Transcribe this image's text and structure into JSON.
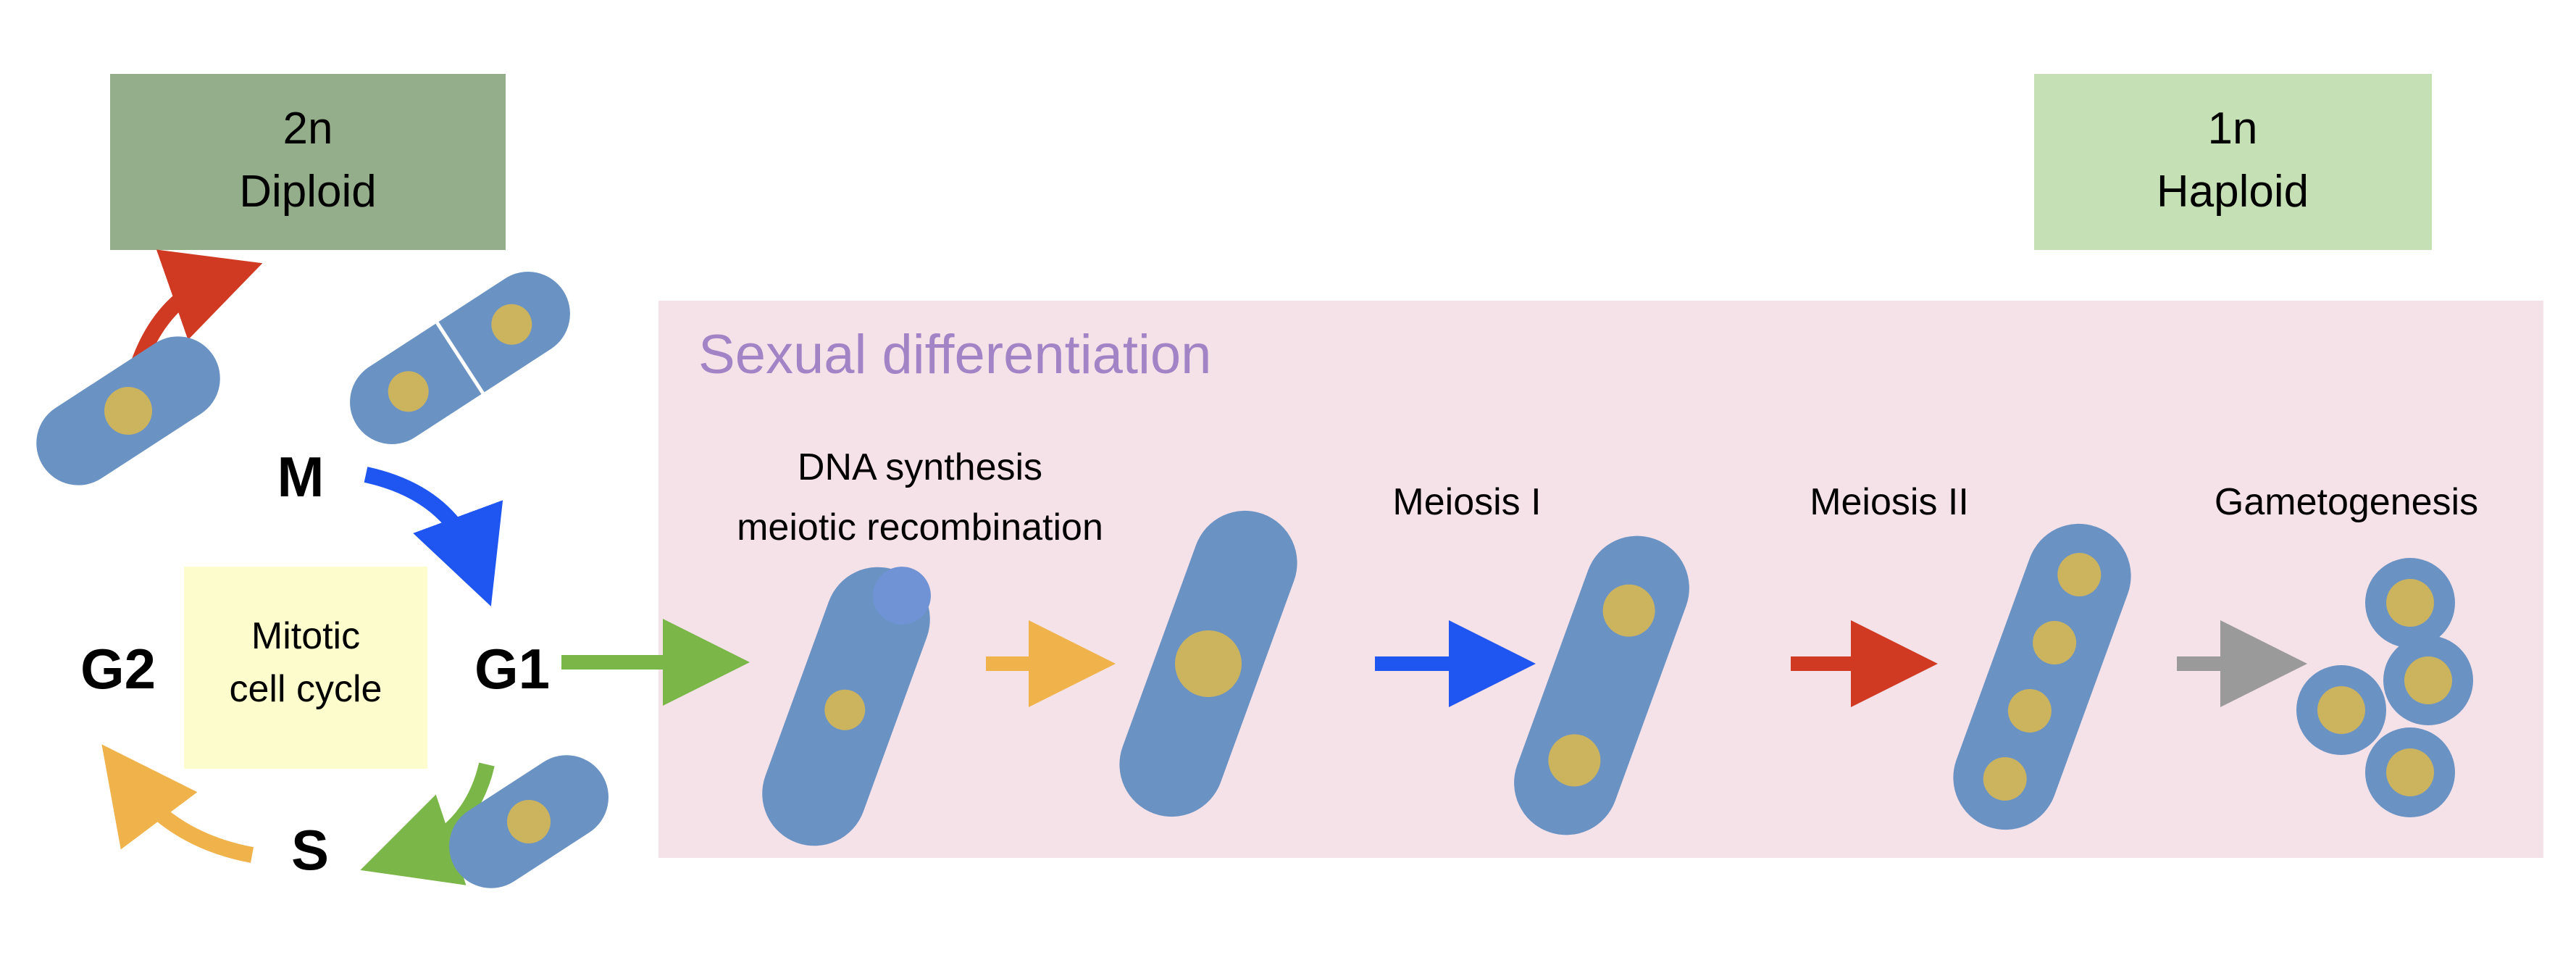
{
  "ploidy": {
    "diploid": {
      "line1": "2n",
      "line2": "Diploid"
    },
    "haploid": {
      "line1": "1n",
      "line2": "Haploid"
    }
  },
  "mitotic_cycle": {
    "phases": {
      "m": "M",
      "g1": "G1",
      "s": "S",
      "g2": "G2"
    },
    "center_label": {
      "line1": "Mitotic",
      "line2": "cell cycle"
    }
  },
  "sexual_differentiation": {
    "title": "Sexual differentiation",
    "stages": [
      {
        "line1": "DNA synthesis",
        "line2": "meiotic recombination"
      },
      {
        "line1": "Meiosis I"
      },
      {
        "line1": "Meiosis II"
      },
      {
        "line1": "Gametogenesis"
      }
    ]
  },
  "colors": {
    "diploid_box": "#94ad8a",
    "haploid_box": "#c5e0b4",
    "pink_panel": "#f5e1e8",
    "title_purple": "#a283c5",
    "cell_blue": "#6a93c4",
    "nucleus": "#ccb35e",
    "mitotic_box": "#fdfccc",
    "arrow_red": "#d13a22",
    "arrow_blue": "#1f55f0",
    "arrow_green": "#7ab648",
    "arrow_orange": "#f0b24a",
    "arrow_gray": "#9a9a9a"
  }
}
